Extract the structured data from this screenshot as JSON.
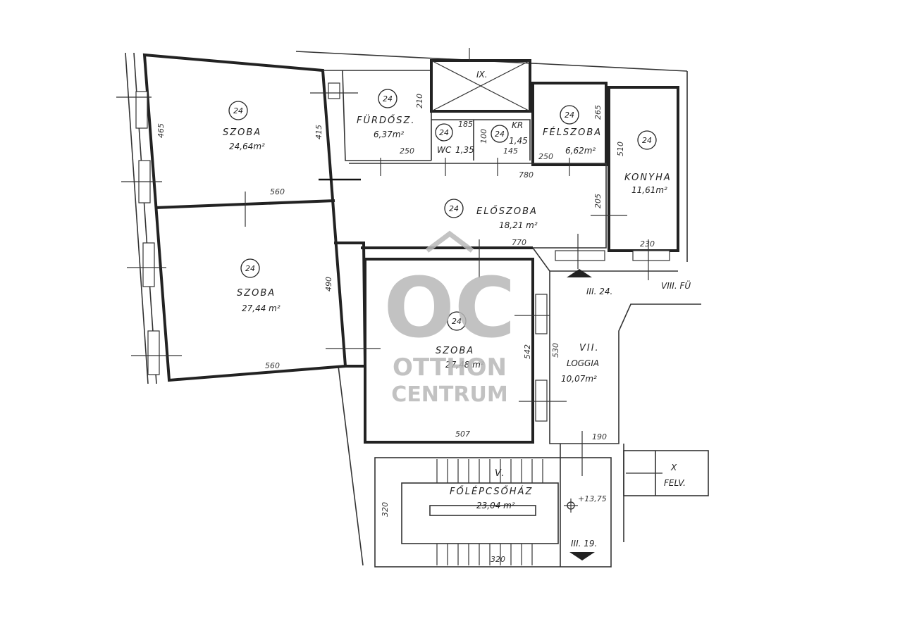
{
  "rooms": [
    {
      "id": "szoba1",
      "num": "24",
      "name": "SZOBA",
      "area": "24,64m²"
    },
    {
      "id": "szoba2",
      "num": "24",
      "name": "SZOBA",
      "area": "27,44 m²"
    },
    {
      "id": "szoba3",
      "num": "24",
      "name": "SZOBA",
      "area": "27,48 m²"
    },
    {
      "id": "furdo",
      "num": "24",
      "name": "FÜRDŐSZ.",
      "area": "6,37m²"
    },
    {
      "id": "wc",
      "num": "24",
      "name": "WC",
      "area": "1,35"
    },
    {
      "id": "kamra",
      "num": "24",
      "name": "KR",
      "area": "1,45"
    },
    {
      "id": "felszoba",
      "num": "24",
      "name": "FÉLSZOBA",
      "area": "6,62m²"
    },
    {
      "id": "konyha",
      "num": "24",
      "name": "KONYHA",
      "area": "11,61m²"
    },
    {
      "id": "eloszoba",
      "num": "24",
      "name": "ELŐSZOBA",
      "area": "18,21 m²"
    },
    {
      "id": "loggia",
      "num": "VII.",
      "name": "LOGGIA",
      "area": "10,07m²"
    },
    {
      "id": "lepcsohaz",
      "num": "V.",
      "name": "FŐLÉPCSŐHÁZ",
      "area": "23,04 m²"
    }
  ],
  "dimensions": [
    "465",
    "415",
    "560",
    "490",
    "560",
    "250",
    "210",
    "185",
    "100",
    "145",
    "250",
    "265",
    "780",
    "510",
    "205",
    "770",
    "230",
    "542",
    "530",
    "507",
    "190",
    "320",
    "320"
  ],
  "labels": {
    "shaft": "IX.",
    "entrance": "III. 24.",
    "stair_entrance": "III. 19.",
    "corridor": "VIII. FÜ",
    "lift": "X",
    "lift_sub": "FELV.",
    "level": "+13,75"
  },
  "watermark": {
    "logo": "OC",
    "line1": "OTTHON",
    "line2": "CENTRUM"
  },
  "colors": {
    "wall": "#222222",
    "watermark": "#b8b8b8"
  }
}
